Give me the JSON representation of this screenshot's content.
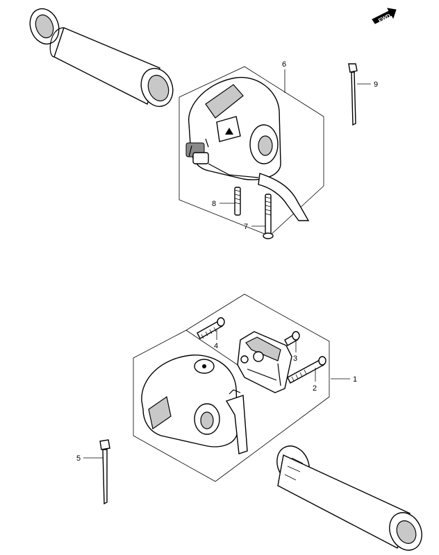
{
  "direction_marker": {
    "label": "FWD",
    "icon": "forward-arrow-icon"
  },
  "callouts": [
    {
      "id": "callout-1",
      "number": "1"
    },
    {
      "id": "callout-2",
      "number": "2"
    },
    {
      "id": "callout-3",
      "number": "3"
    },
    {
      "id": "callout-4",
      "number": "4"
    },
    {
      "id": "callout-5",
      "number": "5"
    },
    {
      "id": "callout-6",
      "number": "6"
    },
    {
      "id": "callout-7",
      "number": "7"
    },
    {
      "id": "callout-8",
      "number": "8"
    },
    {
      "id": "callout-9",
      "number": "9"
    }
  ],
  "colors": {
    "line": "#000000",
    "shade": "#c8c8c8",
    "dark_shade": "#8a8a8a",
    "background": "#ffffff"
  }
}
